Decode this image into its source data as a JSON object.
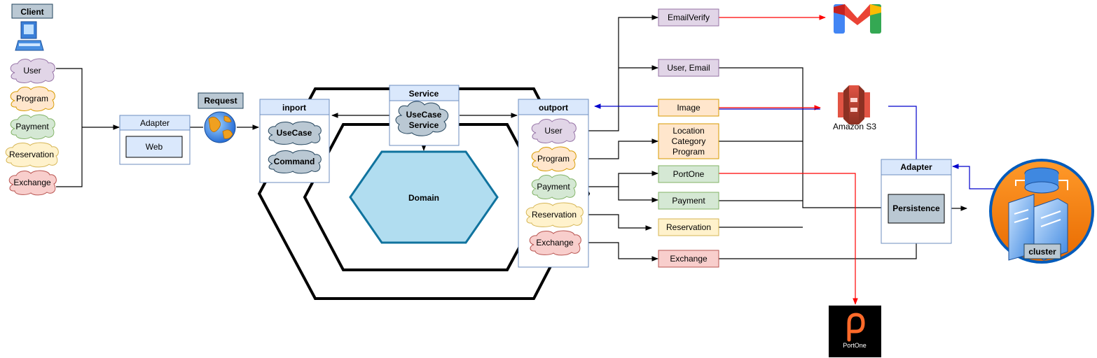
{
  "client": {
    "title": "Client"
  },
  "client_items": [
    "User",
    "Program",
    "Payment",
    "Reservation",
    "Exchange"
  ],
  "adapter_left": {
    "title": "Adapter",
    "web": "Web"
  },
  "request": {
    "title": "Request"
  },
  "inport": {
    "title": "inport",
    "items": [
      "UseCase",
      "Command"
    ]
  },
  "service": {
    "title": "Service",
    "cloud_line1": "UseCase",
    "cloud_line2": "Service"
  },
  "domain": {
    "label": "Domain"
  },
  "outport": {
    "title": "outport",
    "items": [
      "User",
      "Program",
      "Payment",
      "Reservation",
      "Exchange"
    ]
  },
  "targets": {
    "email_verify": "EmailVerify",
    "user_email": "User, Email",
    "image": "Image",
    "location_line1": "Location",
    "location_line2": "Category",
    "location_line3": "Program",
    "portone": "PortOne",
    "payment": "Payment",
    "reservation": "Reservation",
    "exchange": "Exchange"
  },
  "s3": {
    "label": "Amazon S3"
  },
  "adapter_right": {
    "title": "Adapter",
    "persistence": "Persistence"
  },
  "cluster": {
    "label": "cluster"
  },
  "portone_logo": {
    "text": "PortOne"
  },
  "colors": {
    "purple_fill": "#e1d5e7",
    "purple_stroke": "#9673a6",
    "orange_fill": "#ffe6cc",
    "orange_stroke": "#d79b00",
    "green_fill": "#d5e8d4",
    "green_stroke": "#82b366",
    "yellow_fill": "#fff2cc",
    "yellow_stroke": "#d6b656",
    "red_fill": "#f8cecc",
    "red_stroke": "#b85450",
    "blue_fill": "#dae8fc",
    "blue_stroke": "#6c8ebf",
    "gray_fill": "#bac8d3",
    "gray_stroke": "#23445d",
    "domain_fill": "#b1ddf0",
    "domain_stroke": "#10739e",
    "red_line": "#ff0000",
    "blue_line": "#0000cc"
  }
}
